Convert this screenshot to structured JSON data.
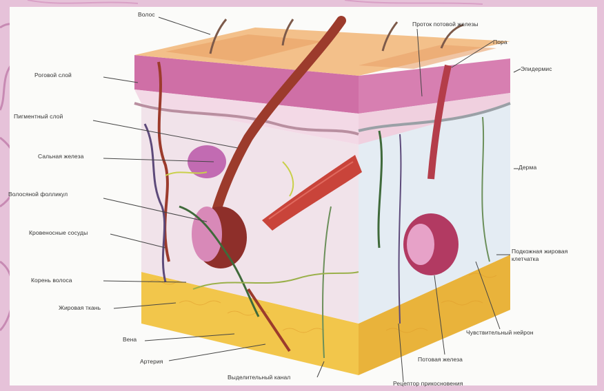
{
  "labels": {
    "hair": "Волос",
    "horny_layer": "Роговой слой",
    "pigment_layer": "Пигментный слой",
    "sebaceous_gland": "Сальная железа",
    "hair_follicle": "Волосяной фолликул",
    "blood_vessels": "Кровеносные сосуды",
    "hair_root": "Корень волоса",
    "fat_tissue": "Жировая ткань",
    "vein": "Вена",
    "artery": "Артерия",
    "excretory_duct": "Выделительный канал",
    "sweat_pore": "Проток потовой железы",
    "pore": "Пора",
    "epidermis": "Эпидермис",
    "dermis": "Дерма",
    "subcutaneous": "Подкожная жировая клетчатка",
    "sensory_neuron": "Чувствительный нейрон",
    "sweat_gland": "Потовая железа",
    "pressure_receptor": "Рецептор прикосновения"
  },
  "colors": {
    "page_bg": "#e9c9de",
    "epidermis": "#cf6fa6",
    "dermis": "#f0dfe6",
    "fat": "#f2c64b",
    "hair": "#9c3b2c",
    "muscle": "#c9443a"
  }
}
